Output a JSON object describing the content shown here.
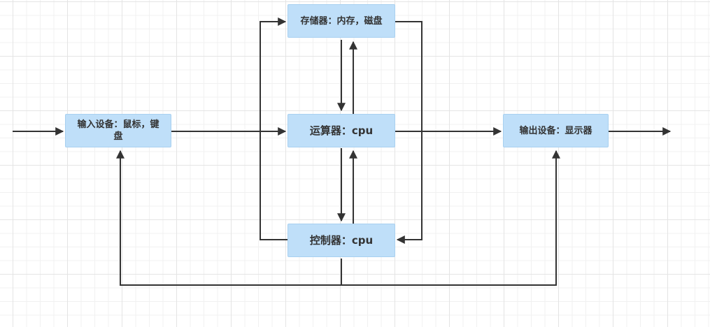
{
  "nodes": {
    "storage": "存储器：内存，磁盘",
    "alu": "运算器：cpu",
    "input": "输入设备：鼠标，键盘",
    "output": "输出设备：显示器",
    "control": "控制器：cpu"
  },
  "colors": {
    "node_fill": "#bfdff9",
    "edge": "#333333"
  }
}
